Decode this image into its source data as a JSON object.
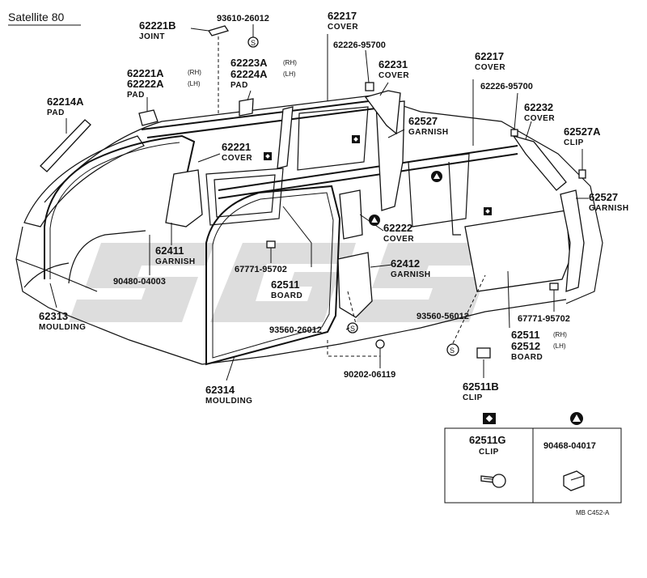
{
  "header": {
    "model": "Satellite 80"
  },
  "watermark": "SGS",
  "footer_code": "MB  C452-A",
  "legend": {
    "symbols": {
      "diamond": "◆",
      "triangle": "▲",
      "screw_s": "S"
    },
    "items": [
      {
        "symbol": "diamond",
        "number": "62511G",
        "name": "CLIP"
      },
      {
        "symbol": "triangle",
        "number": "90468-04017",
        "name": ""
      }
    ]
  },
  "labels": {
    "p62221B": {
      "number": "62221B",
      "name": "JOINT"
    },
    "p93610": {
      "number": "93610-26012"
    },
    "p62217a": {
      "number": "62217",
      "name": "COVER"
    },
    "p62226a": {
      "number": "62226-95700"
    },
    "p62221A": {
      "number": "62221A",
      "qual": "(RH)"
    },
    "p62222A": {
      "number": "62222A",
      "qual": "(LH)",
      "name": "PAD"
    },
    "p62223A": {
      "number": "62223A",
      "qual": "(RH)"
    },
    "p62224A": {
      "number": "62224A",
      "qual": "(LH)",
      "name": "PAD"
    },
    "p62231": {
      "number": "62231",
      "name": "COVER"
    },
    "p62217b": {
      "number": "62217",
      "name": "COVER"
    },
    "p62226b": {
      "number": "62226-95700"
    },
    "p62214A": {
      "number": "62214A",
      "name": "PAD"
    },
    "p62527": {
      "number": "62527",
      "name": "GARNISH"
    },
    "p62232": {
      "number": "62232",
      "name": "COVER"
    },
    "p62527A": {
      "number": "62527A",
      "name": "CLIP"
    },
    "p62221": {
      "number": "62221",
      "name": "COVER"
    },
    "p62527b": {
      "number": "62527",
      "name": "GARNISH"
    },
    "p62222": {
      "number": "62222",
      "name": "COVER"
    },
    "p62411": {
      "number": "62411",
      "name": "GARNISH"
    },
    "p62412": {
      "number": "62412",
      "name": "GARNISH"
    },
    "p67771a": {
      "number": "67771-95702"
    },
    "p62511": {
      "number": "62511",
      "name": "BOARD"
    },
    "p90480": {
      "number": "90480-04003"
    },
    "p93560b": {
      "number": "93560-56012"
    },
    "p67771b": {
      "number": "67771-95702"
    },
    "p62511RH": {
      "number": "62511",
      "qual": "(RH)"
    },
    "p62512LH": {
      "number": "62512",
      "qual": "(LH)",
      "name": "BOARD"
    },
    "p62313": {
      "number": "62313",
      "name": "MOULDING"
    },
    "p93560a": {
      "number": "93560-26012"
    },
    "p90202": {
      "number": "90202-06119"
    },
    "p62511B": {
      "number": "62511B",
      "name": "CLIP"
    },
    "p62314": {
      "number": "62314",
      "name": "MOULDING"
    }
  }
}
